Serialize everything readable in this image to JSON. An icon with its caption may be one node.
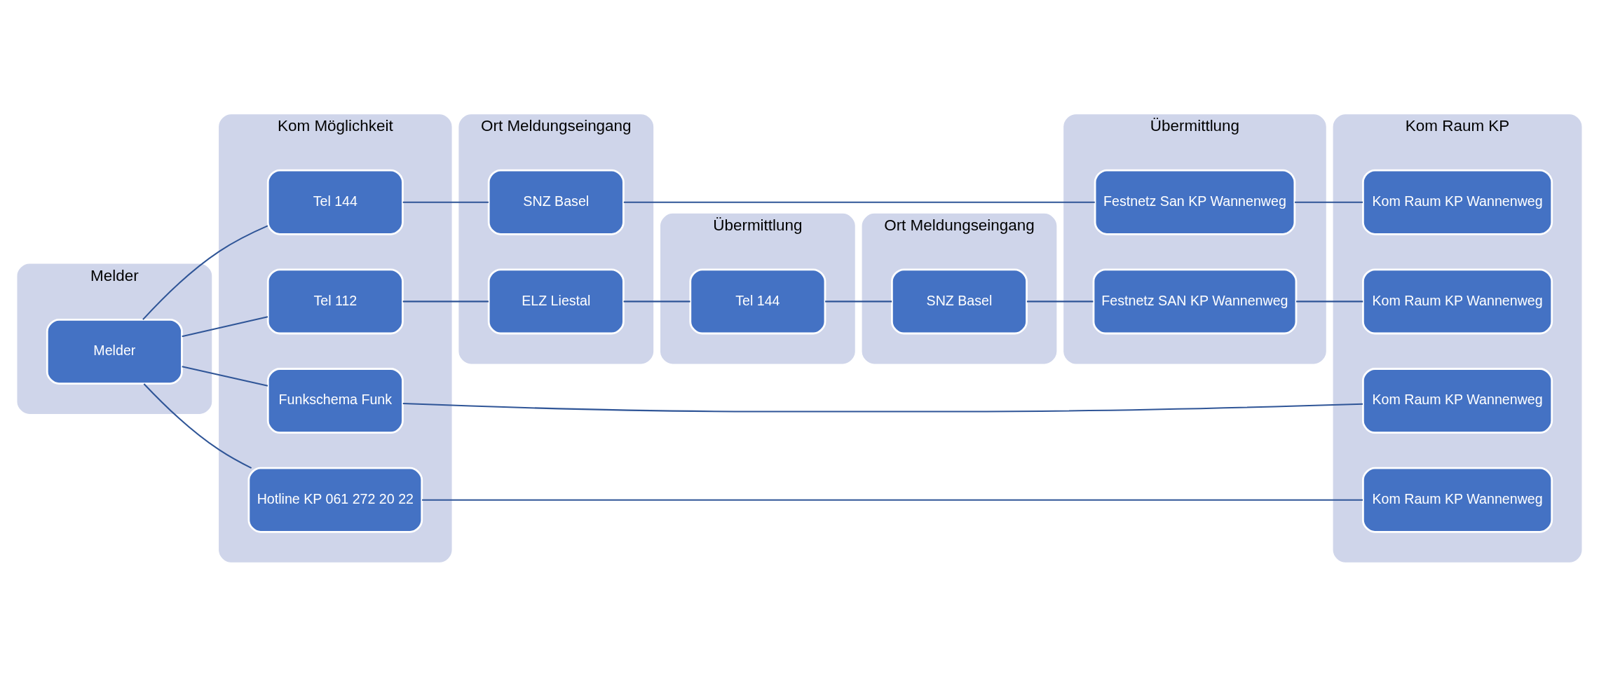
{
  "diagram": {
    "nodes": [
      {
        "text": [
          "Melder"
        ]
      },
      {
        "text": [
          "Melder"
        ],
        "in": 0
      },
      {
        "text": [
          "Kom Möglichkeit"
        ]
      },
      {
        "text": [
          "Tel 144"
        ],
        "in": 2
      },
      {
        "text": [
          "Tel 112"
        ],
        "in": 2
      },
      {
        "text": [
          "Funkschema Funk"
        ],
        "in": 2
      },
      {
        "text": [
          "Hotline KP 061 272 20 22"
        ],
        "in": 2
      },
      {
        "text": [
          "Ort Meldungseingang"
        ]
      },
      {
        "text": [
          "SNZ Basel"
        ],
        "in": 7
      },
      {
        "text": [
          "ELZ Liestal"
        ],
        "in": 7
      },
      {
        "text": [
          "Übermittlung"
        ]
      },
      {
        "text": [
          "Tel 144"
        ],
        "in": 10
      },
      {
        "text": [
          "Ort Meldungseingang"
        ]
      },
      {
        "text": [
          "SNZ Basel"
        ],
        "in": 12
      },
      {
        "text": [
          "Übermittlung"
        ]
      },
      {
        "text": [
          "Festnetz San KP Wannenweg"
        ],
        "in": 14
      },
      {
        "text": [
          "Festnetz SAN KP Wannenweg"
        ],
        "in": 14
      },
      {
        "text": [
          "Kom Raum KP"
        ]
      },
      {
        "text": [
          "Kom Raum KP Wannenweg"
        ],
        "in": 17
      },
      {
        "text": [
          "Kom Raum KP Wannenweg"
        ],
        "in": 17
      },
      {
        "text": [
          "Kom Raum KP Wannenweg"
        ],
        "in": 17
      },
      {
        "text": [
          "Kom Raum KP Wannenweg"
        ],
        "in": 17
      }
    ],
    "edges": [
      {
        "from": 1,
        "to": 3,
        "arrow": "none"
      },
      {
        "from": 1,
        "to": 4,
        "arrow": "none"
      },
      {
        "from": 1,
        "to": 5,
        "arrow": "none"
      },
      {
        "from": 1,
        "to": 6,
        "arrow": "none"
      },
      {
        "from": 3,
        "to": 8,
        "arrow": "none"
      },
      {
        "from": 8,
        "to": 15,
        "arrow": "none"
      },
      {
        "from": 15,
        "to": 18,
        "arrow": "none"
      },
      {
        "from": 4,
        "to": 9,
        "arrow": "none"
      },
      {
        "from": 9,
        "to": 11,
        "arrow": "none"
      },
      {
        "from": 11,
        "to": 13,
        "arrow": "none"
      },
      {
        "from": 13,
        "to": 16,
        "arrow": "none"
      },
      {
        "from": 16,
        "to": 19,
        "arrow": "none"
      },
      {
        "from": 5,
        "to": 20,
        "arrow": "none"
      },
      {
        "from": 6,
        "to": 21,
        "arrow": "none"
      }
    ]
  }
}
